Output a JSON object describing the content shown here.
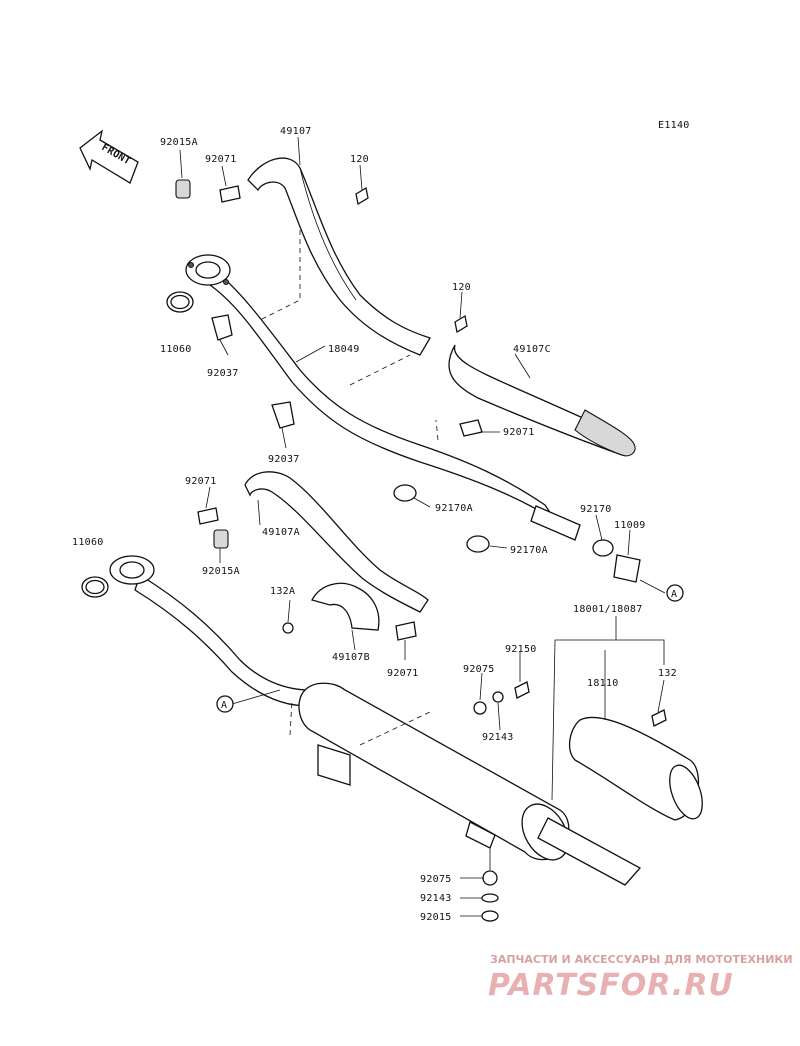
{
  "diagram": {
    "code": "E1140",
    "front_label": "FRONT",
    "ref_marker": "A"
  },
  "labels": {
    "p49107": "49107",
    "p120_top": "120",
    "p92015A_top": "92015A",
    "p92071_top": "92071",
    "p120_mid": "120",
    "p49107C": "49107C",
    "p11060_top": "11060",
    "p18049": "18049",
    "p92037_a": "92037",
    "p92037_b": "92037",
    "p92071_mid": "92071",
    "p92071_left": "92071",
    "p49107A": "49107A",
    "p92170A_a": "92170A",
    "p92170A_b": "92170A",
    "p92170": "92170",
    "p11009": "11009",
    "p11060_left": "11060",
    "p92015A_left": "92015A",
    "p132A": "132A",
    "p49107B": "49107B",
    "p92071_low": "92071",
    "p18001": "18001/18087",
    "p92150": "92150",
    "p92075_a": "92075",
    "p92143_a": "92143",
    "p18110": "18110",
    "p132": "132",
    "p92075_b": "92075",
    "p92143_b": "92143",
    "p92015": "92015"
  },
  "watermark": {
    "tagline": "ЗАПЧАСТИ И АКСЕССУАРЫ ДЛЯ МОТОТЕХНИКИ",
    "brand": "PARTSFOR.RU",
    "color": "#e8b0b0"
  },
  "colors": {
    "line": "#111111",
    "background": "#ffffff"
  }
}
